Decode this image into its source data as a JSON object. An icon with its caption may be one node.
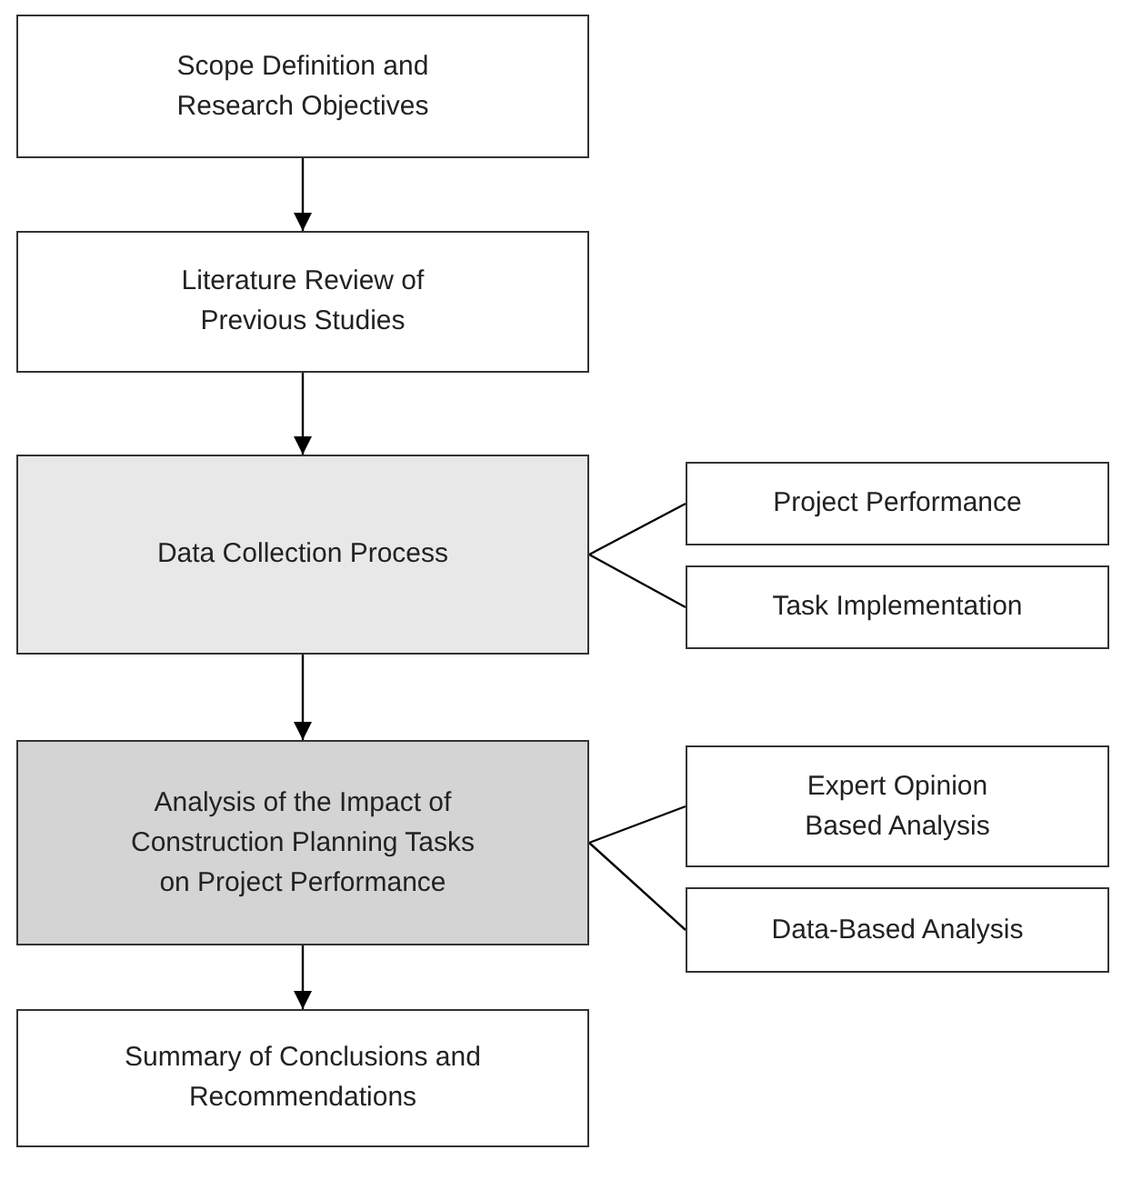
{
  "diagram": {
    "nodes": [
      {
        "text": [
          "Scope Definition and Research Objectives"
        ]
      },
      {
        "text": [
          "Literature Review of Previous Studies"
        ]
      },
      {
        "text": [
          "Data Collection Process"
        ]
      },
      {
        "text": [
          "Project Performance"
        ]
      },
      {
        "text": [
          "Task Implementation"
        ]
      },
      {
        "text": [
          "Analysis of the Impact of Construction Planning Tasks on Project Performance"
        ]
      },
      {
        "text": [
          "Expert Opinion Based Analysis"
        ]
      },
      {
        "text": [
          "Data-Based Analysis"
        ]
      },
      {
        "text": [
          "Summary of Conclusions and Recommendations"
        ]
      }
    ],
    "edges": [
      {
        "from": 0,
        "to": 1,
        "arrow": "to"
      },
      {
        "from": 1,
        "to": 2,
        "arrow": "to"
      },
      {
        "from": 2,
        "to": 3,
        "arrow": "none"
      },
      {
        "from": 2,
        "to": 4,
        "arrow": "none"
      },
      {
        "from": 2,
        "to": 5,
        "arrow": "to"
      },
      {
        "from": 5,
        "to": 6,
        "arrow": "none"
      },
      {
        "from": 5,
        "to": 7,
        "arrow": "none"
      },
      {
        "from": 5,
        "to": 8,
        "arrow": "to"
      }
    ]
  }
}
